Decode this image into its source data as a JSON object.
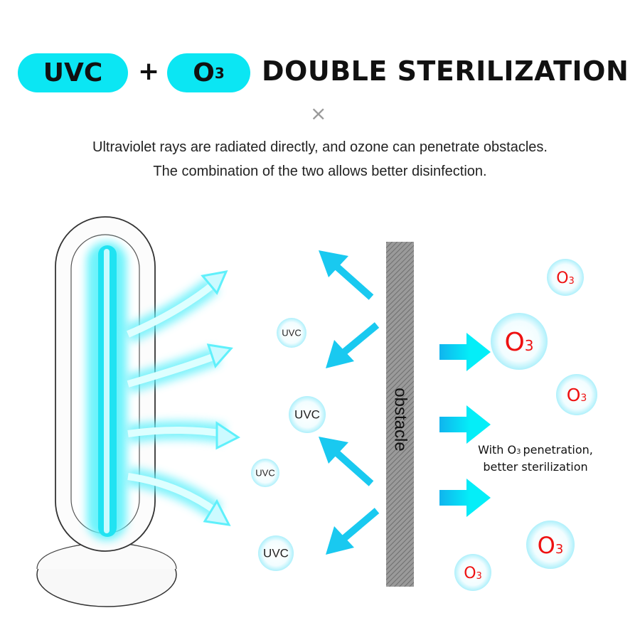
{
  "header": {
    "pill_uvc": "UVC",
    "plus": "+",
    "pill_o3_main": "O",
    "pill_o3_sub": "3",
    "title": "DOUBLE STERILIZATION",
    "separator": "×"
  },
  "description": {
    "line1": "Ultraviolet rays are radiated directly, and ozone can penetrate obstacles.",
    "line2": "The combination of the two allows better disinfection."
  },
  "diagram": {
    "obstacle_label": "obstacle",
    "uvc_label": "UVC",
    "o3_main": "O",
    "o3_sub": "3",
    "note_part1": "With O",
    "note_sub": "3",
    "note_part2": "penetration,",
    "note_line2": "better sterilization",
    "colors": {
      "cyan": "#0be6f3",
      "arrow": "#19c9f0",
      "o3_text": "#ee1111",
      "obstacle": "#8a8a8a"
    }
  }
}
